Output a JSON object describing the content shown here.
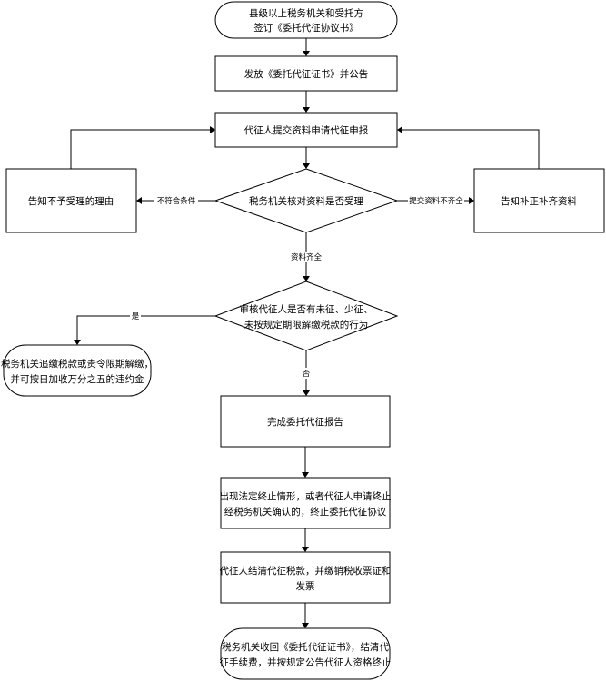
{
  "colors": {
    "background": "#ffffff",
    "stroke": "#000000",
    "text": "#000000"
  },
  "nodes": {
    "start": [
      "县级以上税务机关和受托方",
      "签订《委托代征协议书》"
    ],
    "announce": [
      "发放《委托代征证书》并公告"
    ],
    "apply": [
      "代征人提交资料申请代征申报"
    ],
    "check_materials": [
      "税务机关核对资料是否受理"
    ],
    "reject_reason": [
      "告知不予受理的理由"
    ],
    "notify_supplement": [
      "告知补正补齐资料"
    ],
    "audit_question": [
      "审核代征人是否有未征、少征、",
      "未按规定期限解缴税款的行为"
    ],
    "penalty": [
      "税务机关追缴税款或责令限期解缴，",
      "并可按日加收万分之五的违约金"
    ],
    "complete_report": [
      "完成委托代征报告"
    ],
    "terminate": [
      "出现法定终止情形，或者代征人申请终止",
      "经税务机关确认的，终止委托代征协议"
    ],
    "settle_taxes": [
      "代征人结清代征税款，并缴销税收票证和",
      "发票"
    ],
    "end": [
      "税务机关收回《委托代征证书》，结清代",
      "征手续费，并按规定公告代征人资格终止"
    ]
  },
  "edge_labels": {
    "not_compliant": "不符合条件",
    "incomplete": "提交资料不齐全",
    "complete": "资料齐全",
    "yes": "是",
    "no": "否"
  }
}
